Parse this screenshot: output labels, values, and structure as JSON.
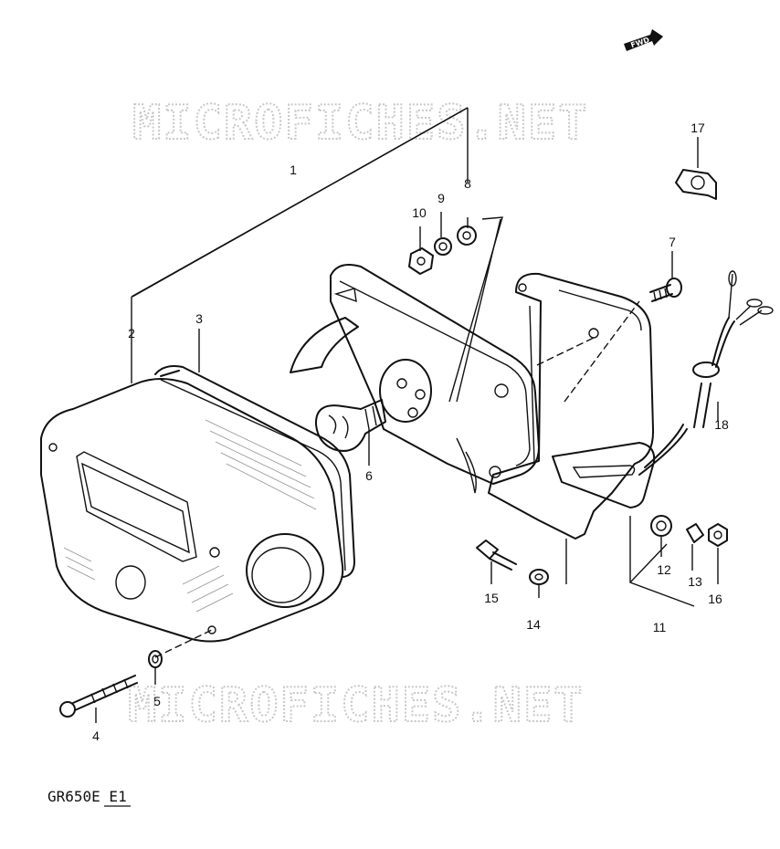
{
  "watermark": "MICROFICHES.NET",
  "model_code": "GR650E E1",
  "fwd_badge": "FWD",
  "parts": [
    {
      "id": "1",
      "label": "1"
    },
    {
      "id": "2",
      "label": "2"
    },
    {
      "id": "3",
      "label": "3"
    },
    {
      "id": "4",
      "label": "4"
    },
    {
      "id": "5",
      "label": "5"
    },
    {
      "id": "6",
      "label": "6"
    },
    {
      "id": "7",
      "label": "7"
    },
    {
      "id": "8",
      "label": "8"
    },
    {
      "id": "9",
      "label": "9"
    },
    {
      "id": "10",
      "label": "10"
    },
    {
      "id": "11",
      "label": "11"
    },
    {
      "id": "12",
      "label": "12"
    },
    {
      "id": "13",
      "label": "13"
    },
    {
      "id": "14",
      "label": "14"
    },
    {
      "id": "15",
      "label": "15"
    },
    {
      "id": "16",
      "label": "16"
    },
    {
      "id": "17",
      "label": "17"
    },
    {
      "id": "18",
      "label": "18"
    }
  ]
}
